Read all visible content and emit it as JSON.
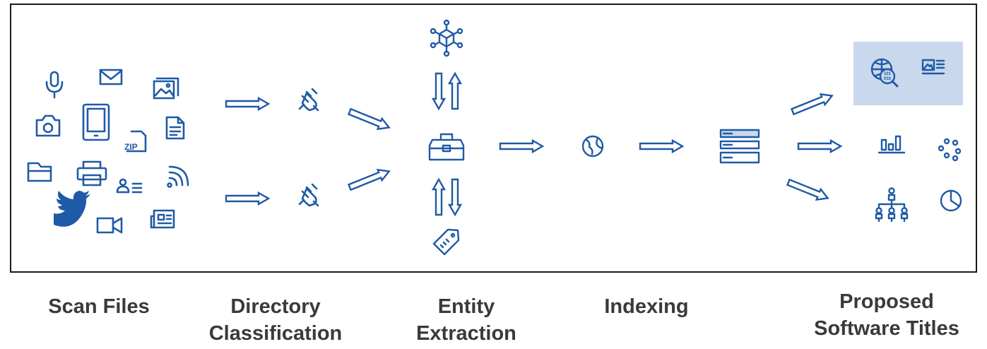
{
  "colors": {
    "icon": "#1f5aa6",
    "highlight": "#c9d8ec",
    "label": "#3a3a3a",
    "border": "#1a1a1a"
  },
  "stages": [
    {
      "id": "scan",
      "lines": [
        "Scan Files"
      ]
    },
    {
      "id": "directory",
      "lines": [
        "Directory",
        "Classification"
      ]
    },
    {
      "id": "entity",
      "lines": [
        "Entity",
        "Extraction"
      ]
    },
    {
      "id": "indexing",
      "lines": [
        "Indexing"
      ]
    },
    {
      "id": "proposed",
      "lines": [
        "Proposed",
        "Software Titles"
      ]
    }
  ],
  "icons": {
    "scan": [
      "microphone-icon",
      "mail-icon",
      "image-icon",
      "camera-icon",
      "tablet-icon",
      "document-icon",
      "zip-file-icon",
      "folder-icon",
      "printer-icon",
      "contact-icon",
      "rss-feed-icon",
      "twitter-icon",
      "video-camera-icon",
      "newspaper-icon"
    ],
    "zip_text": "ZIP",
    "binary_text": [
      "101",
      "010"
    ],
    "outputs": [
      "globe-search-icon",
      "media-article-icon",
      "bar-chart-icon",
      "scatter-dots-icon",
      "org-chart-icon",
      "pie-chart-icon"
    ]
  }
}
